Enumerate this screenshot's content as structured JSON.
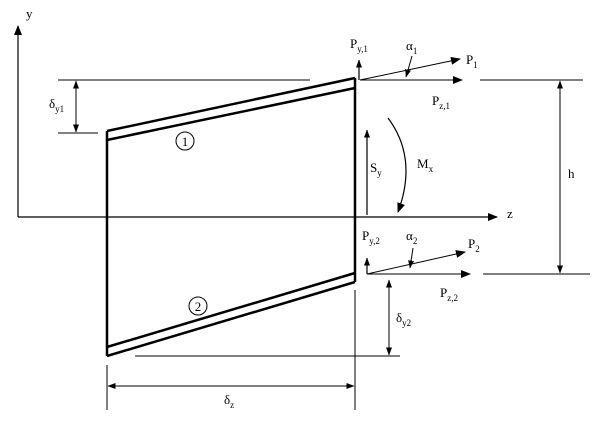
{
  "labels": {
    "y_axis": "y",
    "z_axis": "z",
    "py1_main": "P",
    "py1_sub": "y,1",
    "alpha1_main": "α",
    "alpha1_sub": "1",
    "p1_main": "P",
    "p1_sub": "1",
    "pz1_main": "P",
    "pz1_sub": "z,1",
    "dy1_main": "δ",
    "dy1_sub": "y1",
    "flange1": "1",
    "sy_main": "S",
    "sy_sub": "y",
    "mx_main": "M",
    "mx_sub": "x",
    "h": "h",
    "py2_main": "P",
    "py2_sub": "y,2",
    "alpha2_main": "α",
    "alpha2_sub": "2",
    "p2_main": "P",
    "p2_sub": "2",
    "pz2_main": "P",
    "pz2_sub": "z,2",
    "flange2": "2",
    "dy2_main": "δ",
    "dy2_sub": "y2",
    "dz_main": "δ",
    "dz_sub": "z"
  }
}
